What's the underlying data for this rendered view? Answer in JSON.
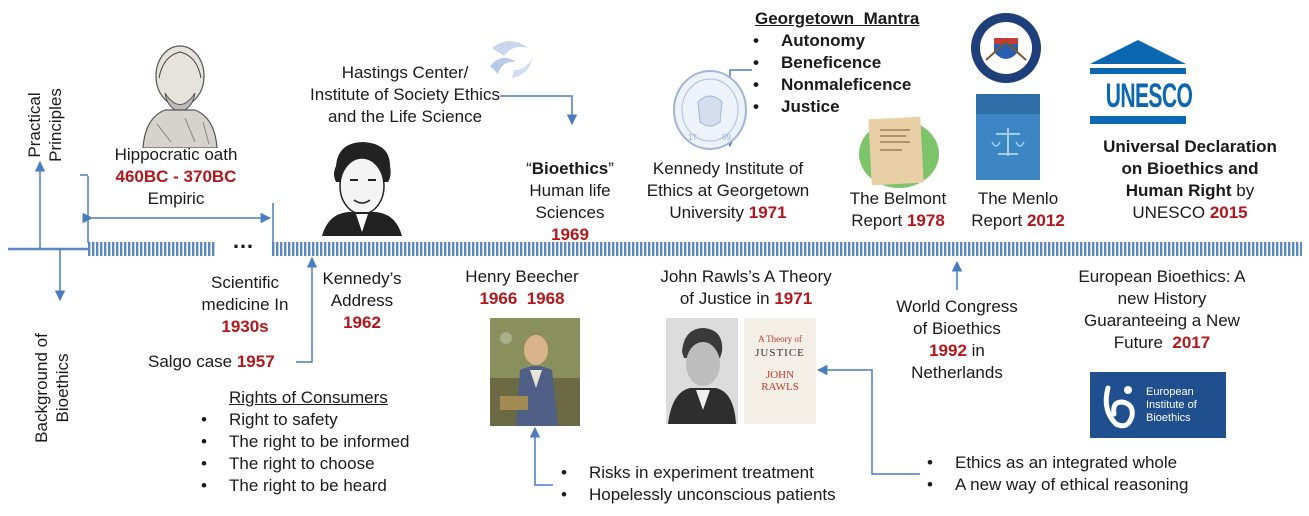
{
  "axis": {
    "top_label_line1": "Practical",
    "top_label_line2": "Principles",
    "bottom_label_line1": "Background of",
    "bottom_label_line2": "Bioethics",
    "ellipsis": "…"
  },
  "hippocratic": {
    "title": "Hippocratic oath",
    "years": "460BC - 370BC",
    "sub": "Empiric"
  },
  "scientific": {
    "l1": "Scientific",
    "l2": "medicine In",
    "year": "1930s",
    "salgo": "Salgo case ",
    "salgo_year": "1957"
  },
  "kennedy_address": {
    "l1": "Kennedy’s",
    "l2": "Address",
    "year": "1962"
  },
  "consumers": {
    "title": "Rights of Consumers",
    "items": [
      "Right to safety",
      "The right to be informed",
      "The right to choose",
      "The right to be heard"
    ]
  },
  "hastings": {
    "l1": "Hastings Center/",
    "l2": "Institute of Society Ethics",
    "l3": "and the Life Science"
  },
  "bioethics_term": {
    "q_open": "“",
    "word": "Bioethics",
    "q_close": "”",
    "l2": "Human life",
    "l3": "Sciences",
    "year": "1969"
  },
  "beecher": {
    "title": "Henry Beecher",
    "years": "1966  1968"
  },
  "beecher_notes": [
    "Risks in experiment treatment",
    "Hopelessly unconscious patients"
  ],
  "kennedy_inst": {
    "l1": "Kennedy Institute of",
    "l2": "Ethics at Georgetown",
    "l3": "University ",
    "year": "1971"
  },
  "rawls": {
    "l1": "John Rawls’s A Theory",
    "l2": "of Justice in ",
    "year": "1971",
    "book": {
      "a": "A Theory of",
      "b": "JUSTICE",
      "c": "JOHN",
      "d": "RAWLS"
    }
  },
  "rawls_notes": [
    "Ethics as an integrated whole",
    "A new way of ethical reasoning"
  ],
  "mantra": {
    "title": "Georgetown  Mantra",
    "items": [
      "Autonomy",
      "Beneficence",
      "Nonmaleficence",
      "Justice"
    ]
  },
  "belmont": {
    "l1": "The Belmont",
    "l2": "Report ",
    "year": "1978"
  },
  "menlo": {
    "l1": "The Menlo",
    "l2": "Report ",
    "year": "2012"
  },
  "world": {
    "l1": "World Congress",
    "l2": "of Bioethics",
    "year": "1992",
    "in": " in",
    "l4": "Netherlands"
  },
  "unesco": {
    "logo": "UNESCO",
    "l1": "Universal Declaration",
    "l2": "on Bioethics and",
    "l3": "Human Right",
    "by": " by",
    "l4": "UNESCO ",
    "year": "2015"
  },
  "european": {
    "l1": "European Bioethics: A",
    "l2": "new History",
    "l3": "Guaranteeing a New",
    "l4": "Future  ",
    "year": "2017",
    "logo_l1": "European",
    "logo_l2": "Institute of",
    "logo_l3": "Bioethics"
  },
  "colors": {
    "accent": "#4a7cc0",
    "year_red": "#b3171b",
    "timeline": "#5b87c5",
    "eib_blue": "#1f4f8f"
  }
}
